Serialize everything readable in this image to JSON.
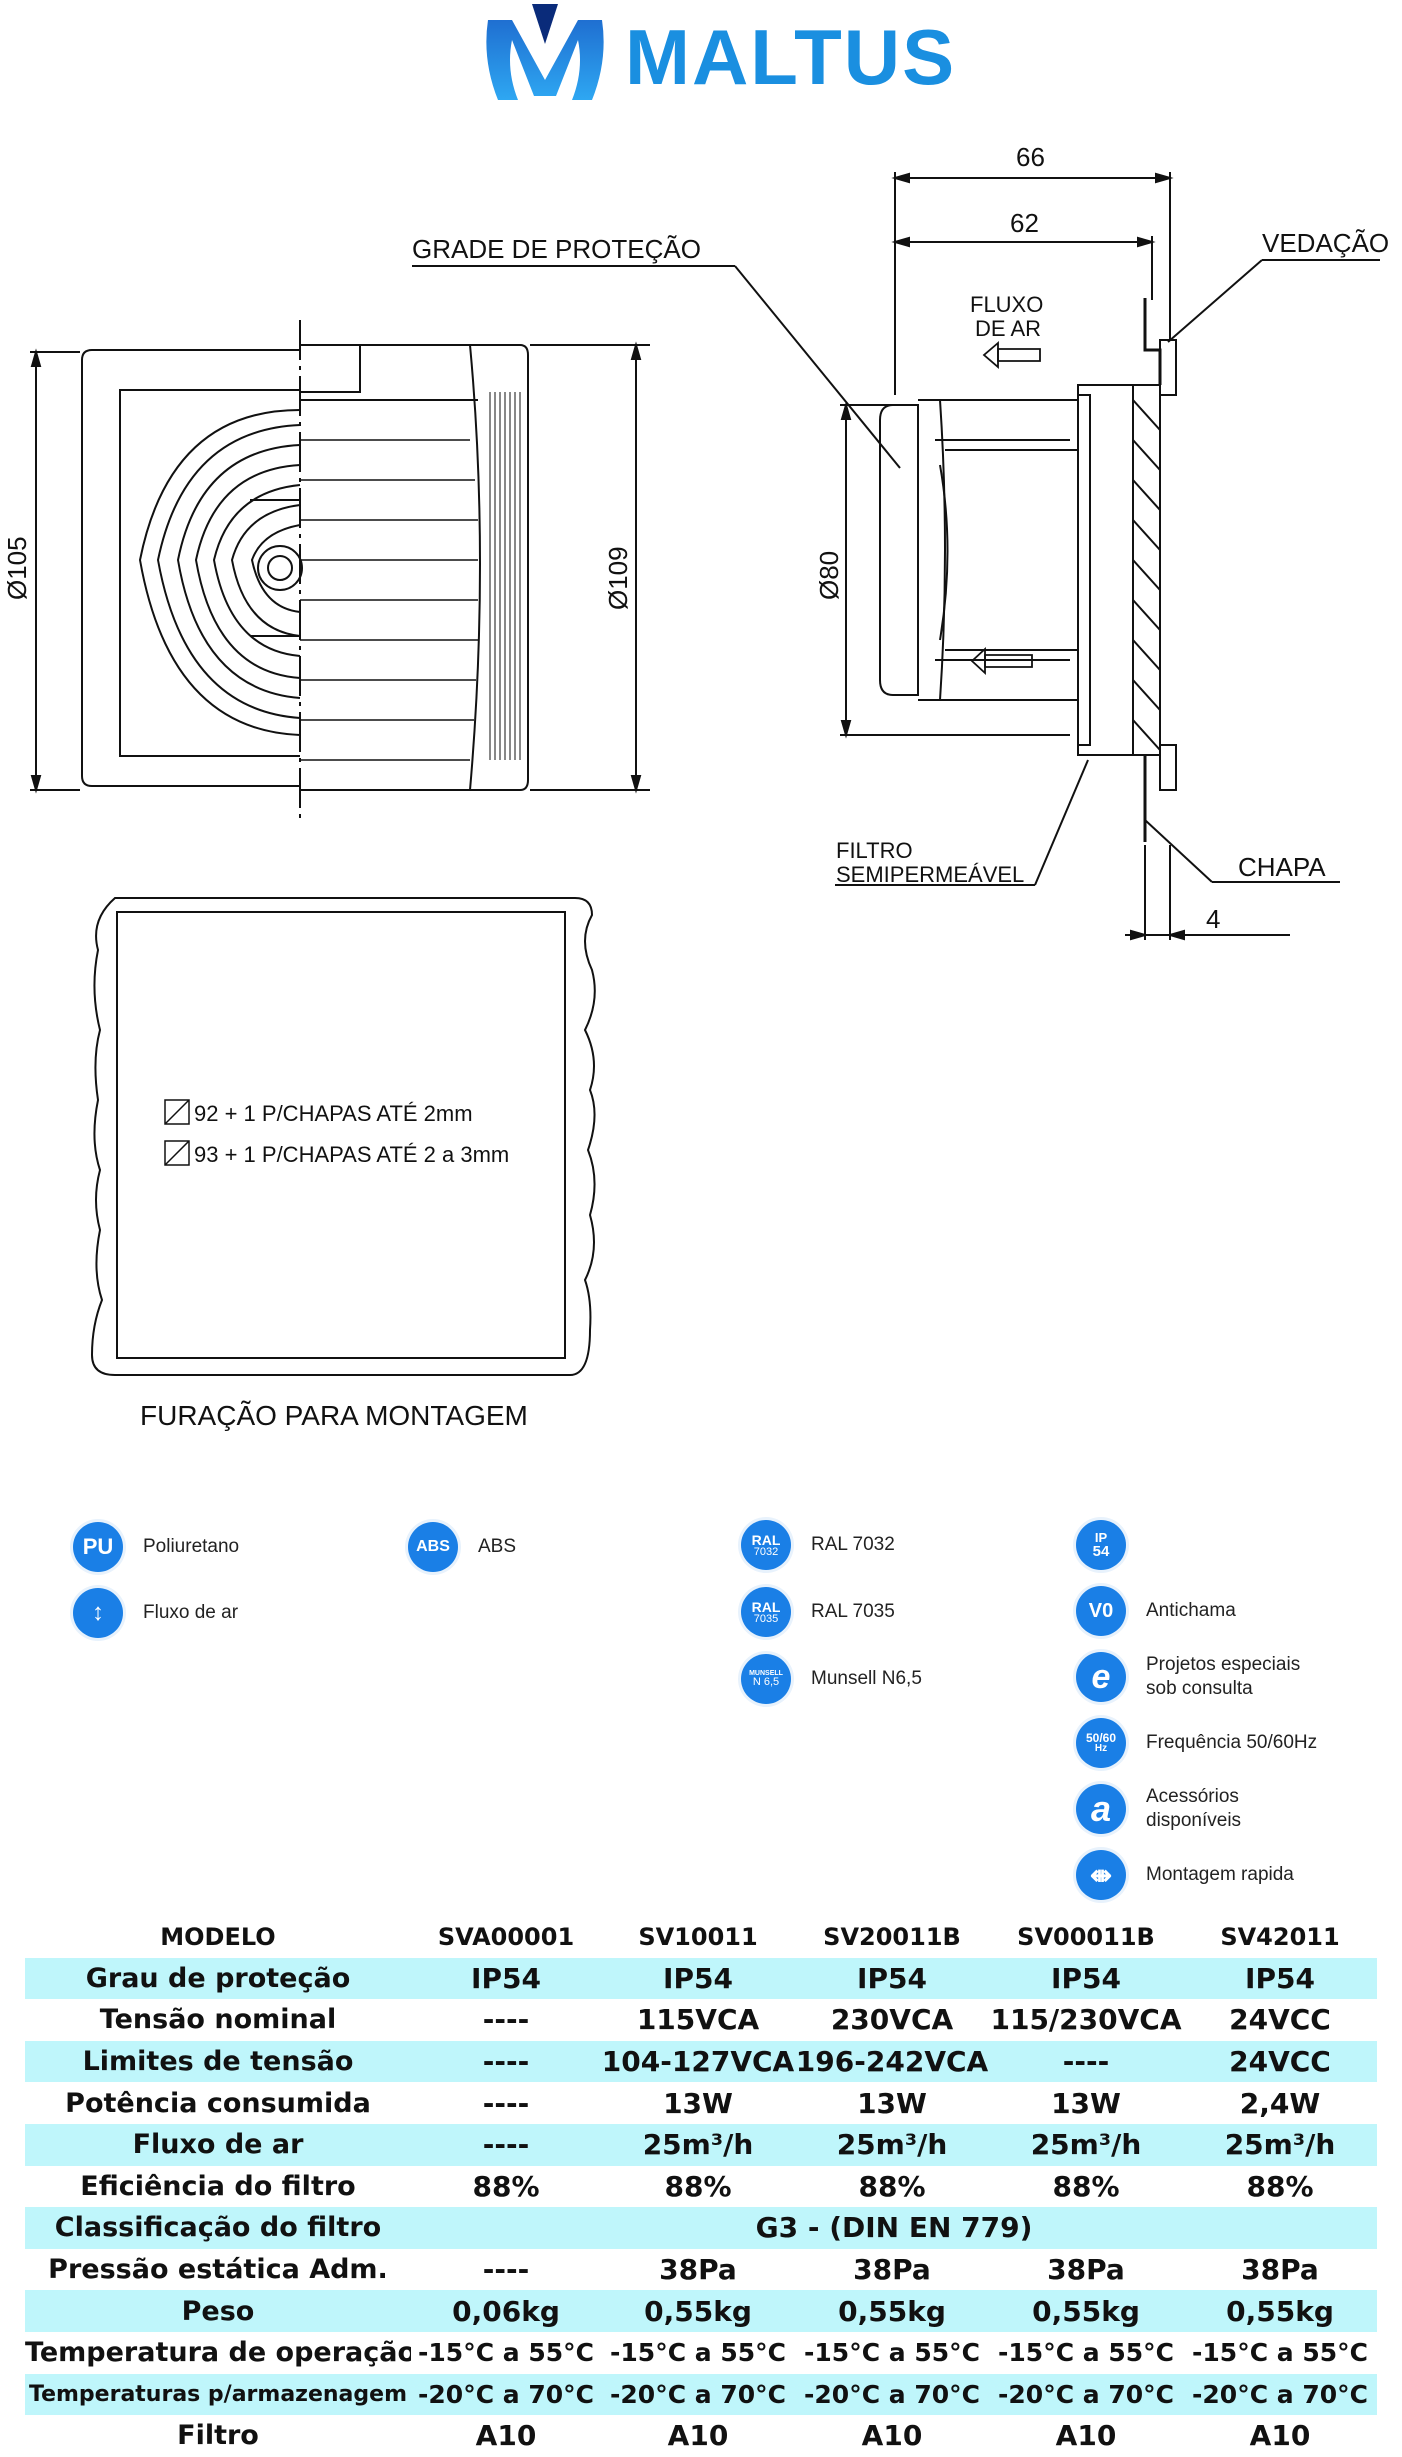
{
  "brand": {
    "name": "MALTUS"
  },
  "drawing": {
    "side_view": {
      "dim_height_outer": "Ø105",
      "dim_height_inner": "Ø109"
    },
    "section_view": {
      "label_grid": "GRADE DE PROTEÇÃO",
      "label_seal": "VEDAÇÃO",
      "label_airflow_1": "FLUXO",
      "label_airflow_2": "DE AR",
      "label_filter_1": "FILTRO",
      "label_filter_2": "SEMIPERMEÁVEL",
      "label_sheet": "CHAPA",
      "dim_66": "66",
      "dim_62": "62",
      "dim_80": "Ø80",
      "dim_4": "4"
    },
    "cutout": {
      "line1": "92 + 1 P/CHAPAS ATÉ 2mm",
      "line2": "93 + 1 P/CHAPAS ATÉ 2 a 3mm",
      "caption": "FURAÇÃO PARA MONTAGEM"
    }
  },
  "legend": [
    {
      "icon": "pu-icon",
      "badge": "PU",
      "label": "Poliuretano"
    },
    {
      "icon": "airflow-direction-icon",
      "badge": "↕",
      "label": "Fluxo de ar"
    },
    {
      "icon": "abs-icon",
      "badge": "ABS",
      "label": "ABS"
    },
    {
      "icon": "ral7032-icon",
      "badge_top": "RAL",
      "badge_bottom": "7032",
      "label": "RAL 7032"
    },
    {
      "icon": "ral7035-icon",
      "badge_top": "RAL",
      "badge_bottom": "7035",
      "label": "RAL 7035"
    },
    {
      "icon": "munsell-icon",
      "badge_top": "MUNSELL",
      "badge_bottom": "N 6,5",
      "label": "Munsell N6,5"
    },
    {
      "icon": "ip54-icon",
      "badge_top": "IP",
      "badge_bottom": "54",
      "label": ""
    },
    {
      "icon": "v0-icon",
      "badge": "V0",
      "label": "Antichama"
    },
    {
      "icon": "special-projects-icon",
      "badge": "e",
      "label": "Projetos especiais sob consulta"
    },
    {
      "icon": "frequency-icon",
      "badge_top": "50/60",
      "badge_bottom": "Hz",
      "label": "Frequência 50/60Hz"
    },
    {
      "icon": "accessories-icon",
      "badge": "a",
      "label": "Acessórios disponíveis"
    },
    {
      "icon": "quick-mount-icon",
      "badge": "⇼",
      "label": "Montagem rapida"
    }
  ],
  "table": {
    "header": [
      "MODELO",
      "SVA00001",
      "SV10011",
      "SV20011B",
      "SV00011B",
      "SV42011"
    ],
    "rows": [
      {
        "label": "Grau de proteção",
        "values": [
          "IP54",
          "IP54",
          "IP54",
          "IP54",
          "IP54"
        ]
      },
      {
        "label": "Tensão nominal",
        "values": [
          "----",
          "115VCA",
          "230VCA",
          "115/230VCA",
          "24VCC"
        ]
      },
      {
        "label": "Limites de tensão",
        "values": [
          "----",
          "104-127VCA",
          "196-242VCA",
          "----",
          "24VCC"
        ]
      },
      {
        "label": "Potência consumida",
        "values": [
          "----",
          "13W",
          "13W",
          "13W",
          "2,4W"
        ]
      },
      {
        "label": "Fluxo de ar",
        "values": [
          "----",
          "25m³/h",
          "25m³/h",
          "25m³/h",
          "25m³/h"
        ]
      },
      {
        "label": "Eficiência do filtro",
        "values": [
          "88%",
          "88%",
          "88%",
          "88%",
          "88%"
        ]
      },
      {
        "label": "Classificação do filtro",
        "merged": "G3 - (DIN EN 779)"
      },
      {
        "label": "Pressão estática Adm.",
        "values": [
          "----",
          "38Pa",
          "38Pa",
          "38Pa",
          "38Pa"
        ]
      },
      {
        "label": "Peso",
        "values": [
          "0,06kg",
          "0,55kg",
          "0,55kg",
          "0,55kg",
          "0,55kg"
        ]
      },
      {
        "label": "Temperatura de operação",
        "values": [
          "-15°C a 55°C",
          "-15°C a 55°C",
          "-15°C a 55°C",
          "-15°C a 55°C",
          "-15°C a 55°C"
        ]
      },
      {
        "label": "Temperaturas p/armazenagem",
        "values": [
          "-20°C a 70°C",
          "-20°C a 70°C",
          "-20°C a 70°C",
          "-20°C a 70°C",
          "-20°C a 70°C"
        ]
      },
      {
        "label": "Filtro",
        "values": [
          "A10",
          "A10",
          "A10",
          "A10",
          "A10"
        ]
      }
    ]
  },
  "colors": {
    "brand_blue": "#1a8fe0",
    "badge_blue": "#1a7fe6",
    "row_shade": "#bff6fb"
  }
}
